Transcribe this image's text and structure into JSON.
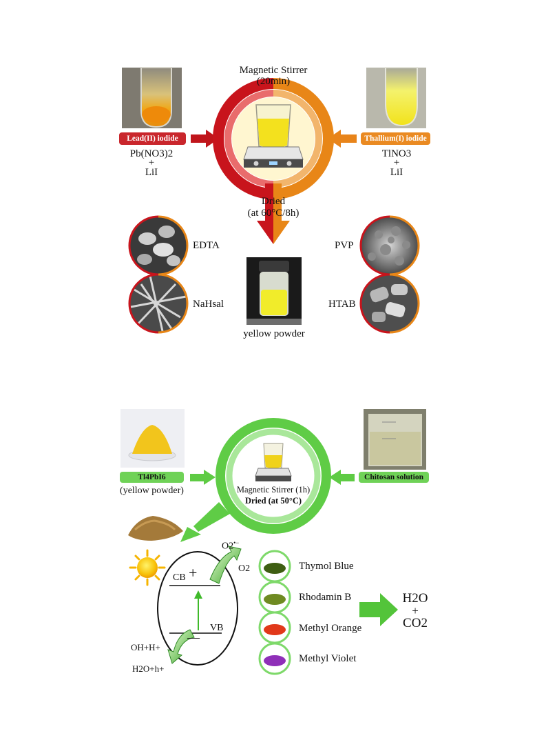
{
  "top": {
    "stirrer_title": "Magnetic Stirrer",
    "stirrer_time": "(20min)",
    "left_badge": "Lead(II) iodide",
    "left_formula_1": "Pb(NO3)2",
    "left_plus": "+",
    "left_formula_2": "LiI",
    "right_badge": "Thallium(I) iodide",
    "right_formula_1": "TlNO3",
    "right_plus": "+",
    "right_formula_2": "LiI",
    "dried_title": "Dried",
    "dried_cond": "(at 60°C/8h)",
    "product_label": "yellow powder",
    "morphologies": [
      "EDTA",
      "NaHsal",
      "PVP",
      "HTAB"
    ],
    "colors": {
      "red": "#c8141c",
      "orange": "#e88617",
      "cream": "#fff6d0",
      "yellow": "#f2e83a"
    }
  },
  "bottom": {
    "left_badge": "Tl4PbI6",
    "left_sub": "(yellow powder)",
    "right_badge": "Chitosan solution",
    "stirrer_title": "Magnetic Stirrer (1h)",
    "dried_cond": "Dried (at 50°C)",
    "band": {
      "cb": "CB",
      "vb": "VB",
      "cb_sign": "+",
      "vb_sign": "—",
      "o2": "O2",
      "o2_radical": "O2",
      "oh": "OH+H+",
      "h2o": "H2O+h+"
    },
    "dyes": [
      "Thymol Blue",
      "Rhodamin B",
      "Methyl Orange",
      "Methyl Violet"
    ],
    "products_1": "H2O",
    "products_plus": "+",
    "products_2": "CO2",
    "colors": {
      "green": "#5fcc46",
      "light_green": "#a9e79a",
      "dark_green": "#2f8a25"
    }
  }
}
